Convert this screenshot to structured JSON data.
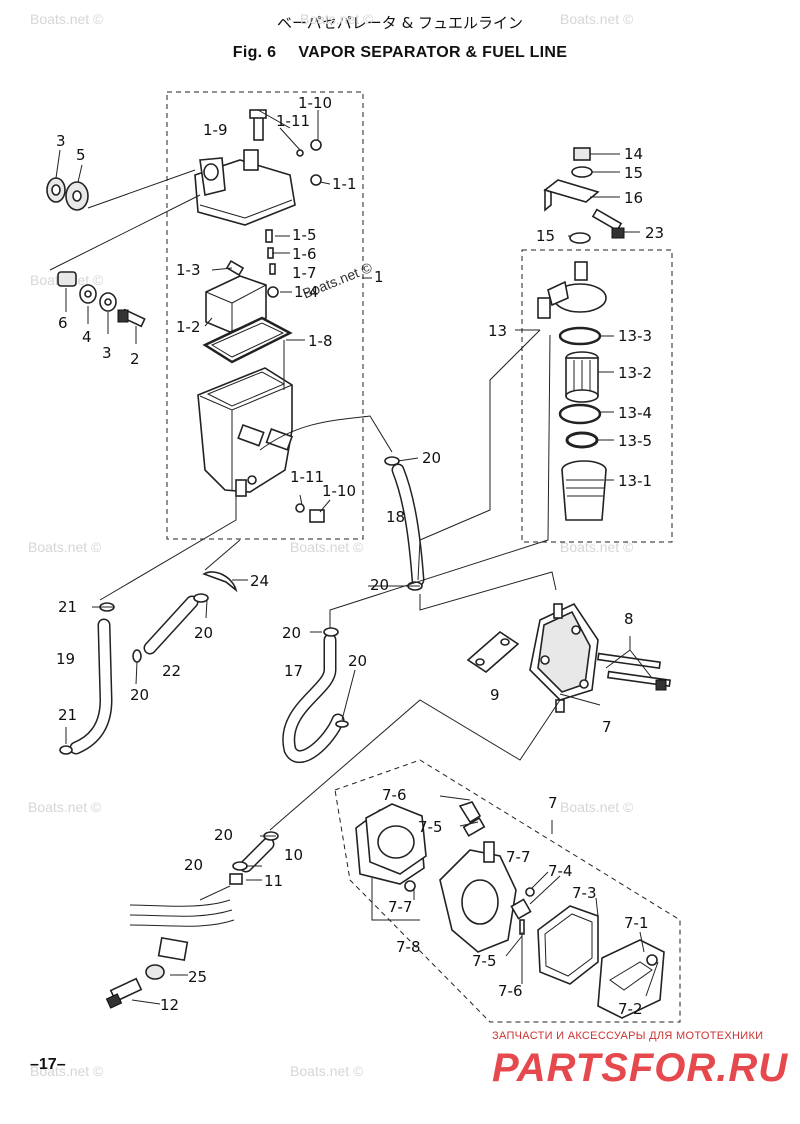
{
  "header": {
    "title_jp": "ベーパセパレータ & フュエルライン",
    "fig_label": "Fig. 6",
    "title_en": "VAPOR SEPARATOR & FUEL LINE"
  },
  "page_number": "–17–",
  "watermark": "Boats.net ©",
  "footer": {
    "ru_text": "ЗАПЧАСТИ И АКСЕССУАРЫ ДЛЯ МОТОТЕХНИКИ",
    "logo": "PARTSFOR.RU"
  },
  "callouts": {
    "c1_10a": "1-10",
    "c1_9": "1-9",
    "c1_11a": "1-11",
    "c1_1": "1-1",
    "c3a": "3",
    "c5": "5",
    "c1_5": "1-5",
    "c1_6": "1-6",
    "c1_3": "1-3",
    "c1_7": "1-7",
    "c1": "1",
    "c1_4": "1-4",
    "c6": "6",
    "c4": "4",
    "c3b": "3",
    "c2": "2",
    "c1_2": "1-2",
    "c1_8": "1-8",
    "c14": "14",
    "c15a": "15",
    "c16": "16",
    "c15b": "15",
    "c23": "23",
    "c13": "13",
    "c13_3": "13-3",
    "c13_2": "13-2",
    "c13_4": "13-4",
    "c13_5": "13-5",
    "c13_1": "13-1",
    "c20a": "20",
    "c1_11b": "1-11",
    "c1_10b": "1-10",
    "c18": "18",
    "c24": "24",
    "c21a": "21",
    "c20b": "20",
    "c20c": "20",
    "c20d": "20",
    "c19": "19",
    "c22": "22",
    "c20e": "20",
    "c17": "17",
    "c20f": "20",
    "c8": "8",
    "c9": "9",
    "c7a": "7",
    "c21b": "21",
    "c7b": "7",
    "c7_6a": "7-6",
    "c7_5a": "7-5",
    "c7_7a": "7-7",
    "c7_4": "7-4",
    "c7_3": "7-3",
    "c7_7b": "7-7",
    "c7_8": "7-8",
    "c7_1": "7-1",
    "c7_5b": "7-5",
    "c7_6b": "7-6",
    "c7_2": "7-2",
    "c20g": "20",
    "c10": "10",
    "c20h": "20",
    "c11": "11",
    "c25": "25",
    "c12": "12"
  }
}
